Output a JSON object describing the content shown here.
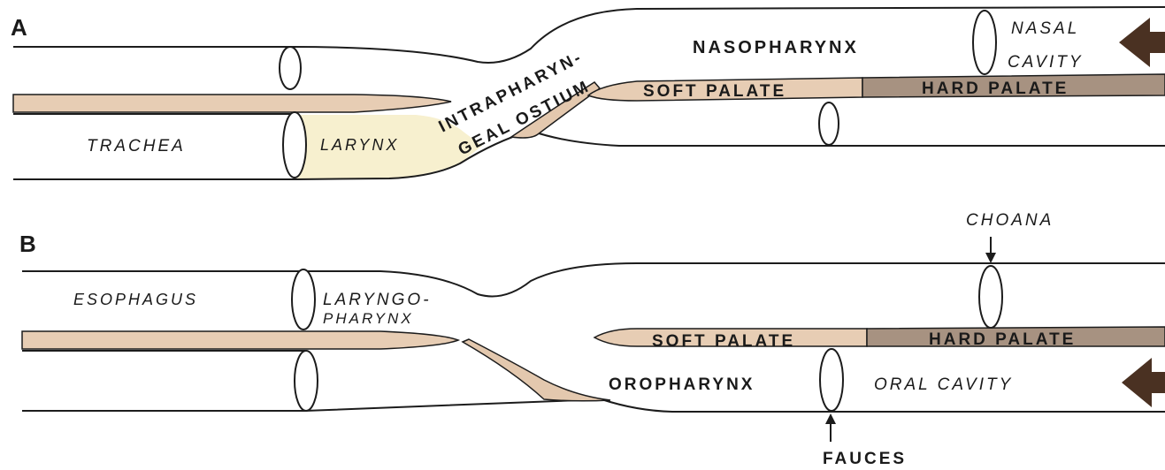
{
  "panel_a": {
    "letter": "A",
    "labels": {
      "trachea": "TRACHEA",
      "larynx": "LARYNX",
      "ostium_line1": "INTRAPHARYN-",
      "ostium_line2": "GEAL OSTIUM",
      "nasopharynx": "NASOPHARYNX",
      "nasal_line1": "NASAL",
      "nasal_line2": "CAVITY",
      "soft_palate": "SOFT PALATE",
      "hard_palate": "HARD PALATE"
    }
  },
  "panel_b": {
    "letter": "B",
    "labels": {
      "esophagus": "ESOPHAGUS",
      "laryngo_line1": "LARYNGO-",
      "laryngo_line2": "PHARYNX",
      "choana": "CHOANA",
      "soft_palate": "SOFT PALATE",
      "hard_palate": "HARD PALATE",
      "oropharynx": "OROPHARYNX",
      "oral_cavity": "ORAL CAVITY",
      "fauces": "FAUCES"
    }
  },
  "colors": {
    "soft_palate_fill": "#e7cdb4",
    "hard_palate_fill": "#a79281",
    "epiglottis_fill": "#e3c8ae",
    "larynx_tint": "#f7f0cf",
    "arrow_fill": "#4a3122",
    "outline": "#1c1c1c"
  }
}
